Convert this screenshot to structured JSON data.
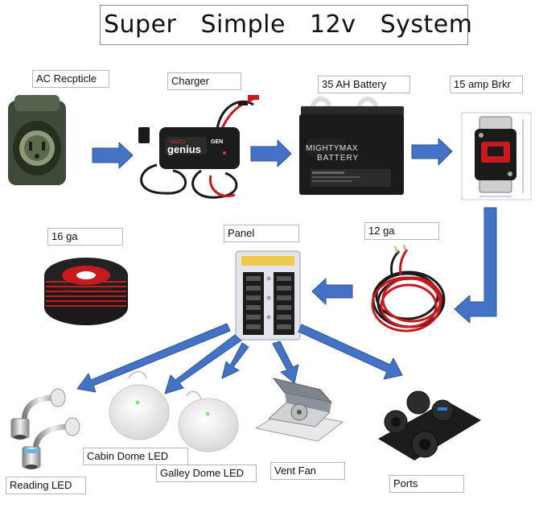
{
  "title": "Super   Simple   12v   System",
  "labels": {
    "ac_receptacle": "AC Recpticle",
    "charger": "Charger",
    "battery": "35 AH Battery",
    "breaker": "15 amp Brkr",
    "wire_16ga": "16 ga",
    "panel": "Panel",
    "wire_12ga": "12 ga",
    "reading_led": "Reading LED",
    "cabin_dome_led": "Cabin Dome LED",
    "galley_dome_led": "Galley Dome LED",
    "vent_fan": "Vent Fan",
    "ports": "Ports"
  },
  "product_text": {
    "charger_brand": "NOCO",
    "charger_name": "genius",
    "charger_model": "GEN",
    "battery_line1": "MIGHTYMAX",
    "battery_line2": "BATTERY"
  },
  "colors": {
    "arrow": "#4472c4",
    "arrow_outline": "#2f5597",
    "wire_red": "#c8191e",
    "wire_black": "#1a1a1a",
    "label_border": "#b7b7b7"
  }
}
